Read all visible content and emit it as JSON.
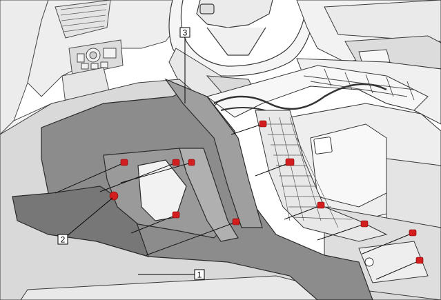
{
  "diagram": {
    "colors": {
      "background": "#ffffff",
      "panel_dark": "#8c8c8c",
      "panel_darker": "#6e6e6e",
      "panel_mid": "#d7d7d7",
      "panel_light": "#efefef",
      "outline": "#3a3a3a",
      "fastener": "#d21e1e",
      "leader": "#000000"
    },
    "callouts": [
      {
        "label": "1"
      },
      {
        "label": "2"
      },
      {
        "label": "3"
      }
    ],
    "fasteners": [
      {
        "id": "f1"
      },
      {
        "id": "f2"
      },
      {
        "id": "f3"
      },
      {
        "id": "f4"
      },
      {
        "id": "f5"
      },
      {
        "id": "f6"
      },
      {
        "id": "f7"
      },
      {
        "id": "f8"
      },
      {
        "id": "f9"
      },
      {
        "id": "f10"
      },
      {
        "id": "f11"
      },
      {
        "id": "f12"
      },
      {
        "id": "f13"
      }
    ]
  }
}
